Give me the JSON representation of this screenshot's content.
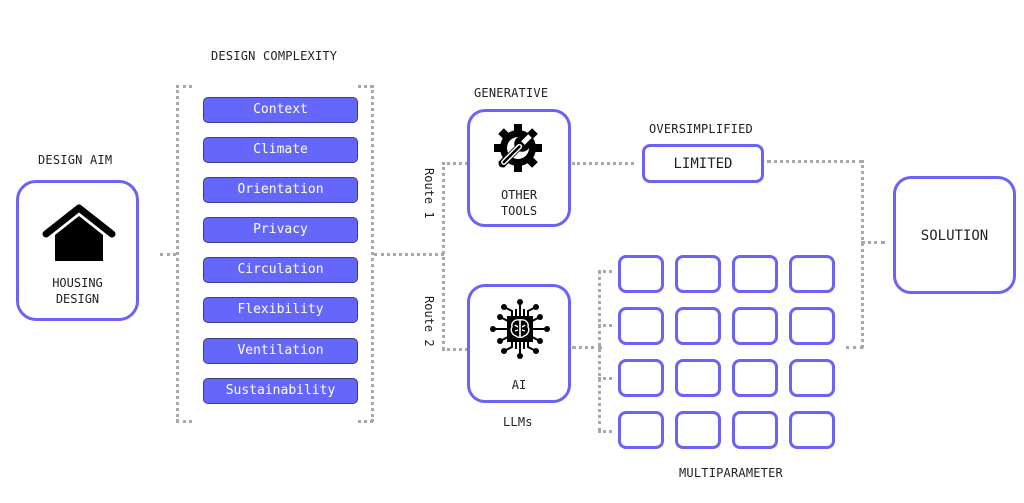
{
  "design_aim": {
    "title": "DESIGN AIM",
    "card_label_line1": "HOUSING",
    "card_label_line2": "DESIGN",
    "icon": "house-icon"
  },
  "design_complexity": {
    "title": "DESIGN COMPLEXITY",
    "items": [
      {
        "label": "Context"
      },
      {
        "label": "Climate"
      },
      {
        "label": "Orientation"
      },
      {
        "label": "Privacy"
      },
      {
        "label": "Circulation"
      },
      {
        "label": "Flexibility"
      },
      {
        "label": "Ventilation"
      },
      {
        "label": "Sustainability"
      }
    ]
  },
  "routes": {
    "route1": "Route 1",
    "route2": "Route 2"
  },
  "generative": {
    "title": "GENERATIVE",
    "card_label_line1": "OTHER",
    "card_label_line2": "TOOLS",
    "icon": "gear-wrench-icon"
  },
  "ai": {
    "card_label": "AI",
    "subtitle": "LLMs",
    "icon": "ai-chip-brain-icon"
  },
  "oversimplified": {
    "title": "OVERSIMPLIFIED",
    "box_label": "LIMITED"
  },
  "multiparameter": {
    "title": "MULTIPARAMETER",
    "rows": 4,
    "cols": 4
  },
  "solution": {
    "label": "SOLUTION"
  },
  "colors": {
    "accent": "#6c63f5",
    "pill_fill": "#6566fa",
    "connector": "#a8a8a8"
  }
}
